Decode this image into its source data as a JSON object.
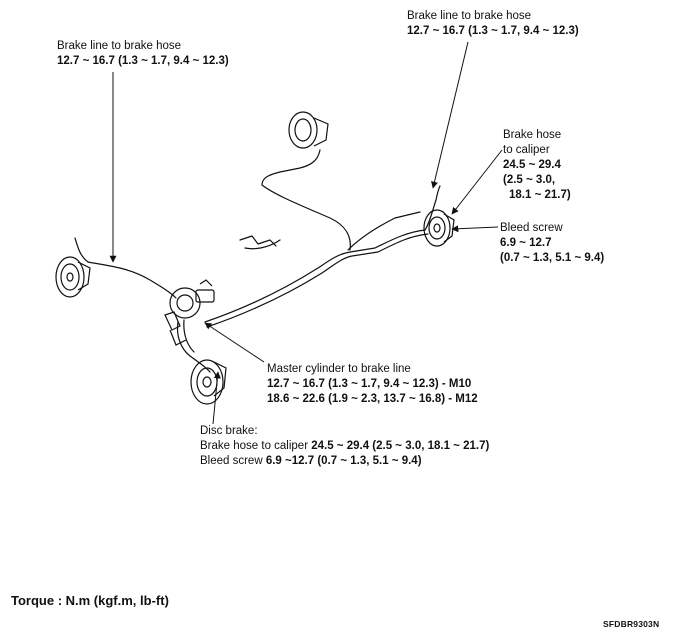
{
  "labels": {
    "rear_left_line_hose": {
      "title": "Brake line to brake hose",
      "torque": "12.7 ~ 16.7 (1.3 ~ 1.7, 9.4 ~ 12.3)"
    },
    "rear_right_line_hose": {
      "title": "Brake line to brake hose",
      "torque": "12.7 ~ 16.7 (1.3 ~ 1.7, 9.4 ~ 12.3)"
    },
    "hose_to_caliper": {
      "line1": "Brake hose",
      "line2": "to caliper",
      "line3": "24.5 ~ 29.4",
      "line4": "(2.5 ~ 3.0,",
      "line5": "18.1 ~ 21.7)"
    },
    "bleed_screw": {
      "title": "Bleed screw",
      "line2": "6.9 ~ 12.7",
      "line3": "(0.7 ~ 1.3, 5.1 ~ 9.4)"
    },
    "master_cylinder": {
      "title": "Master cylinder to brake line",
      "m10": "12.7 ~ 16.7 (1.3 ~ 1.7, 9.4 ~ 12.3) - M10",
      "m12": "18.6 ~ 22.6 (1.9 ~ 2.3, 13.7 ~ 16.8) - M12"
    },
    "disc_brake": {
      "title": "Disc brake:",
      "hose_prefix": "Brake hose to caliper ",
      "hose_value": "24.5 ~ 29.4 (2.5 ~ 3.0, 18.1 ~ 21.7)",
      "bleed_prefix": "Bleed screw ",
      "bleed_value": "6.9 ~12.7 (0.7 ~ 1.3, 5.1 ~ 9.4)"
    }
  },
  "footer": {
    "torque_units": "Torque : N.m (kgf.m, lb-ft)",
    "figure_code": "SFDBR9303N"
  }
}
